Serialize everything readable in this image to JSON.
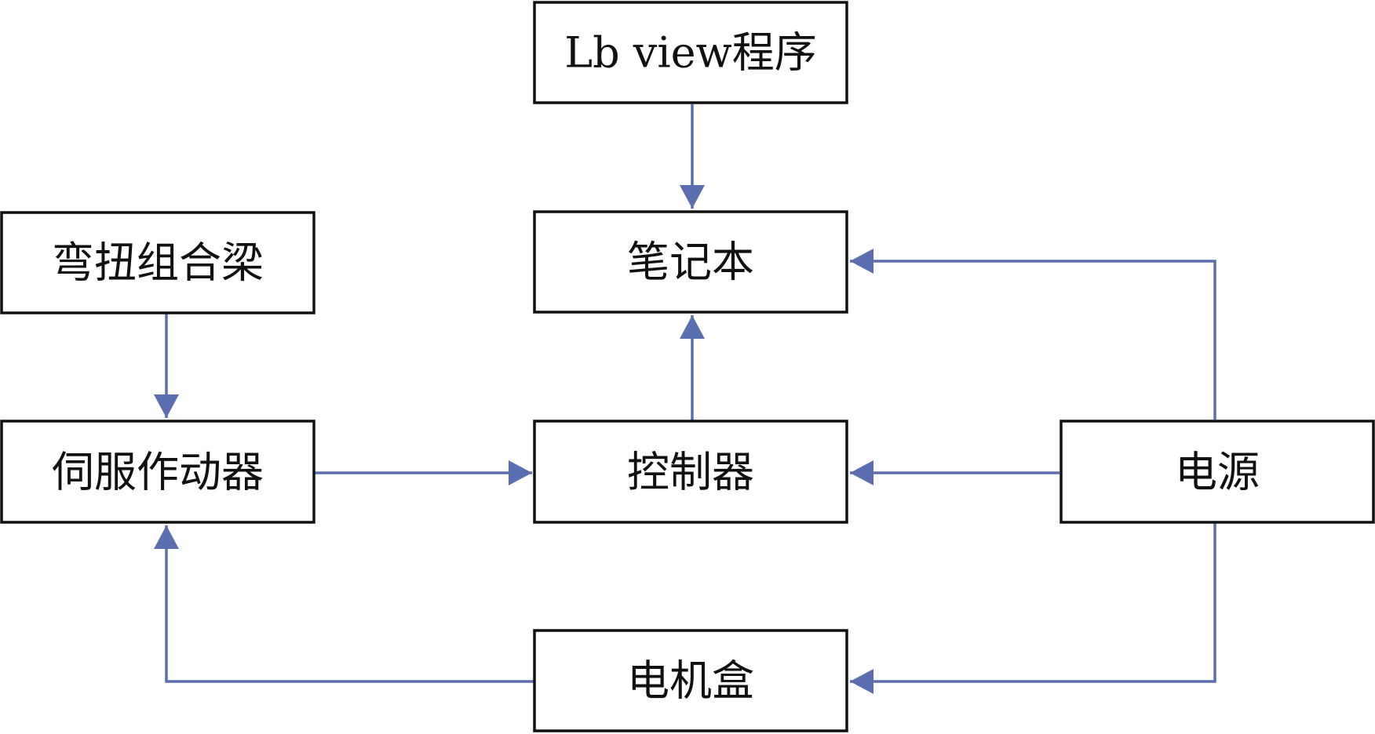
{
  "colors": {
    "connector": "#5b6fb0",
    "box_border": "#111111",
    "text": "#111111"
  },
  "nodes": {
    "labview": {
      "label": "Lb view程序"
    },
    "laptop": {
      "label": "笔记本"
    },
    "beam": {
      "label": "弯扭组合梁"
    },
    "actuator": {
      "label": "伺服作动器"
    },
    "controller": {
      "label": "控制器"
    },
    "power": {
      "label": "电源"
    },
    "motor_box": {
      "label": "电机盒"
    }
  },
  "edges": [
    {
      "from": "labview",
      "to": "laptop"
    },
    {
      "from": "beam",
      "to": "actuator"
    },
    {
      "from": "controller",
      "to": "laptop"
    },
    {
      "from": "power",
      "to": "laptop"
    },
    {
      "from": "actuator",
      "to": "controller"
    },
    {
      "from": "power",
      "to": "controller"
    },
    {
      "from": "power",
      "to": "motor_box"
    },
    {
      "from": "motor_box",
      "to": "actuator"
    }
  ]
}
